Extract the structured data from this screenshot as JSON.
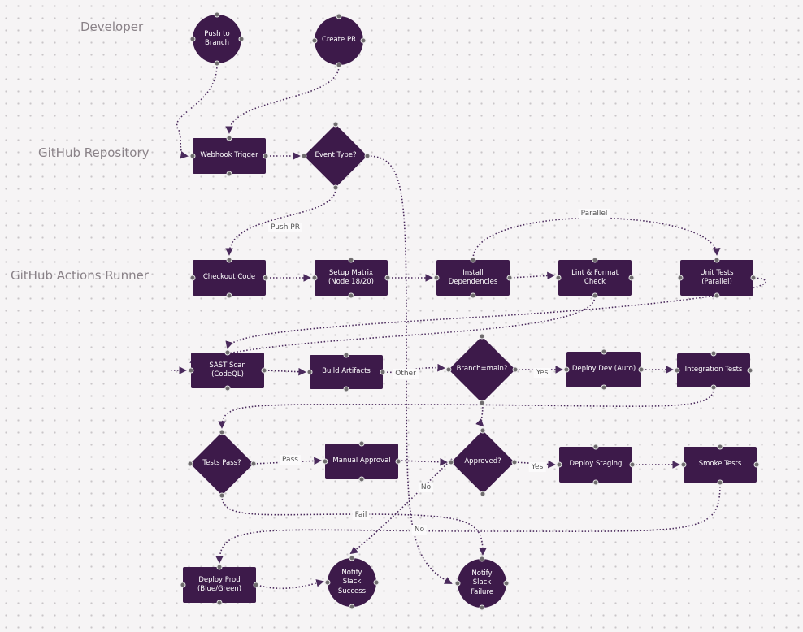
{
  "lanes": {
    "developer": "Developer",
    "github_repository": "GitHub Repository",
    "actions_runner": "GitHub Actions Runner"
  },
  "nodes": {
    "push_branch": "Push to\nBranch",
    "create_pr": "Create PR",
    "webhook_trigger": "Webhook Trigger",
    "event_type": "Event Type?",
    "checkout_code": "Checkout Code",
    "setup_matrix": "Setup Matrix\n(Node 18/20)",
    "install_deps": "Install\nDependencies",
    "lint_format": "Lint & Format\nCheck",
    "unit_tests": "Unit Tests\n(Parallel)",
    "sast_scan": "SAST Scan\n(CodeQL)",
    "build_artifacts": "Build Artifacts",
    "branch_main": "Branch=main?",
    "deploy_dev": "Deploy Dev (Auto)",
    "integration_tests": "Integration Tests",
    "tests_pass": "Tests Pass?",
    "manual_approval": "Manual Approval",
    "approved": "Approved?",
    "deploy_staging": "Deploy Staging",
    "smoke_tests": "Smoke Tests",
    "deploy_prod": "Deploy Prod\n(Blue/Green)",
    "notify_success": "Notify\nSlack\nSuccess",
    "notify_failure": "Notify\nSlack\nFailure"
  },
  "edge_labels": {
    "push_pr": "Push PR",
    "parallel": "Parallel",
    "other": "Other",
    "yes_dev": "Yes",
    "pass": "Pass",
    "yes_staging": "Yes",
    "no_approval": "No",
    "fail": "Fail",
    "no_smoke": "No"
  },
  "colors": {
    "node_fill": "#3d1a4a",
    "edge": "#4a2a5c",
    "handle": "#6f6c6e"
  }
}
